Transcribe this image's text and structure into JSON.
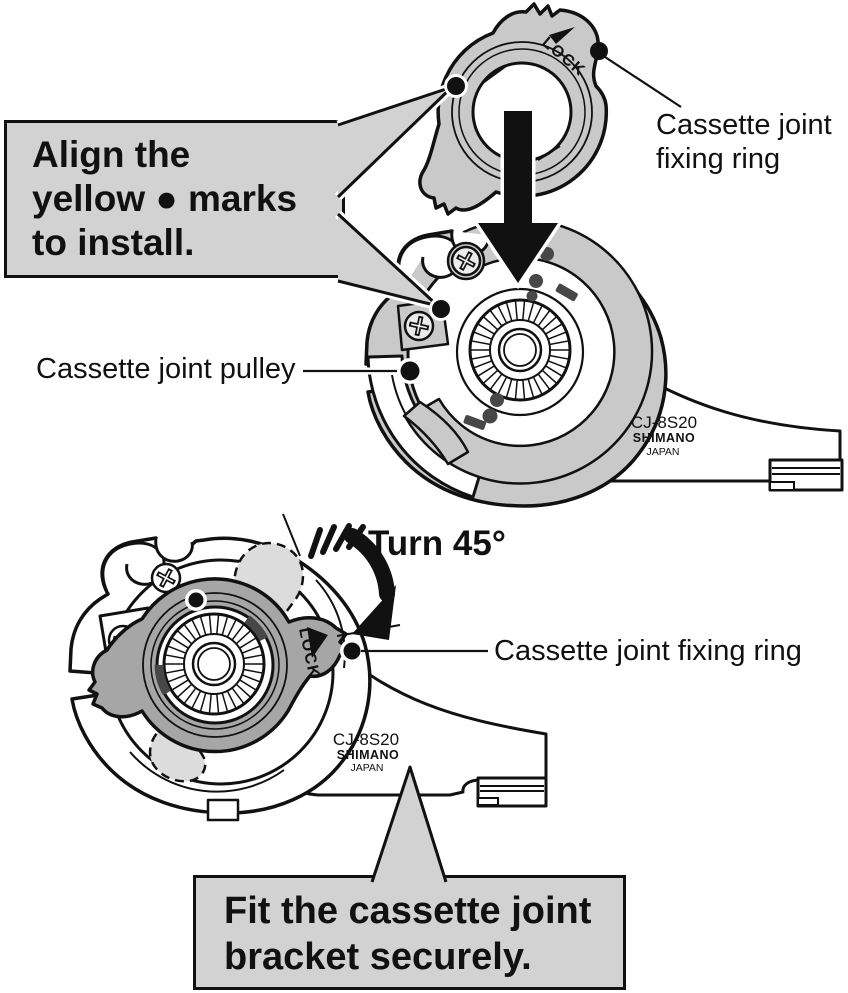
{
  "colors": {
    "background": "#ffffff",
    "outline": "#111111",
    "part_gray": "#c9c9c9",
    "installed_ring_gray": "#a6a6a6",
    "ghost_gray": "#dcdcdc",
    "alignment_mark_dark": "#474747",
    "callout_bg": "#d2d2d2"
  },
  "callouts": {
    "align_marks": {
      "lines": [
        "Align the",
        "yellow ● marks",
        "to install."
      ]
    },
    "fit_bracket": {
      "lines": [
        "Fit the cassette joint",
        "bracket securely."
      ]
    }
  },
  "labels": {
    "fixing_ring_top_line1": "Cassette joint",
    "fixing_ring_top_line2": "fixing ring",
    "pulley": "Cassette joint pulley",
    "turn_instruction": "Turn 45°",
    "fixing_ring_bottom": "Cassette joint fixing ring"
  },
  "part_markings": {
    "model": "CJ-8S20",
    "brand": "SHIMANO",
    "country": "JAPAN",
    "ring_lock_text": "LOCK"
  }
}
